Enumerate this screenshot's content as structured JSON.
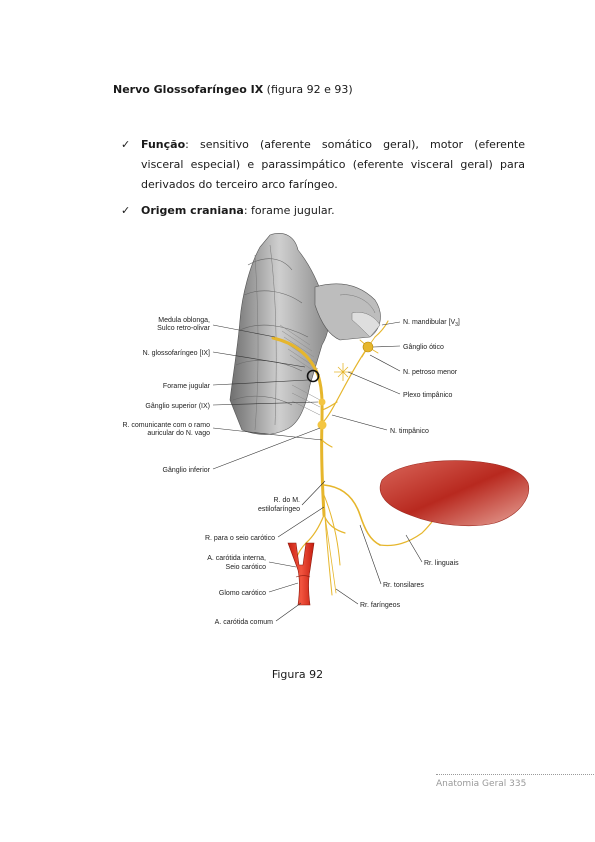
{
  "heading": {
    "title": "Nervo Glossofaríngeo IX",
    "ref": " (figura 92 e 93)"
  },
  "bullets": [
    {
      "check": "✓",
      "term": "Função",
      "text": ": sensitivo (aferente somático geral), motor (eferente visceral especial) e parassimpático (eferente visceral geral) para derivados do terceiro arco faríngeo."
    },
    {
      "check": "✓",
      "term": "Origem craniana",
      "text": ": forame jugular."
    }
  ],
  "figure": {
    "labels_left": [
      "Medula oblonga,",
      "Sulco retro-olivar",
      "N. glossofaríngeo [IX]",
      "Forame jugular",
      "Gânglio superior (IX)",
      "R. comunicante com o ramo",
      "auricular do N. vago",
      "Gânglio inferior",
      "R. do M.",
      "estilofaríngeo",
      "R. para o seio carótico",
      "A. carótida interna,",
      "Seio carótico",
      "Glomo carótico",
      "A. carótida comum"
    ],
    "labels_right": {
      "mandibular_main": "N. mandibular [V",
      "mandibular_sub": "3",
      "mandibular_end": "]",
      "items": [
        "Gânglio ótico",
        "N. petroso menor",
        "Plexo timpânico",
        "N. timpânico",
        "Rr. linguais",
        "Rr. tonsilares",
        "Rr. faríngeos"
      ]
    },
    "caption": "Figura 92"
  },
  "footer": "Anatomia Geral 335",
  "colors": {
    "nerve": "#e6b62c",
    "artery": "#e0301e",
    "tongue": "#c8352a",
    "brainstem": "#8c8c8c"
  }
}
